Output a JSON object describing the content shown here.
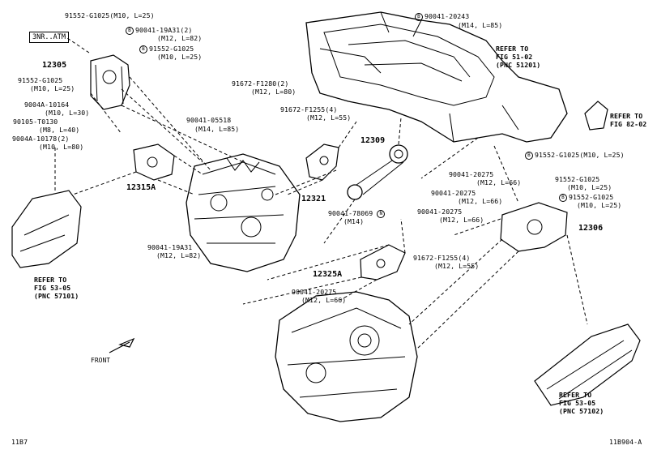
{
  "variant_tag": "3NR..ATM",
  "symbols": {
    "bolt": "B",
    "nut": "N"
  },
  "labels": [
    {
      "id": "l1",
      "sym": "",
      "text": "91552-G1025(M10, L=25)"
    },
    {
      "id": "l2",
      "sym": "B",
      "text": "90041-19A31(2)"
    },
    {
      "id": "l2b",
      "sym": "",
      "text": "(M12, L=82)"
    },
    {
      "id": "l3",
      "sym": "B",
      "text": "91552-G1025"
    },
    {
      "id": "l3b",
      "sym": "",
      "text": "(M10, L=25)"
    },
    {
      "id": "l4",
      "sym": "",
      "text": "91552-G1025"
    },
    {
      "id": "l4b",
      "sym": "",
      "text": "(M10, L=25)"
    },
    {
      "id": "l5",
      "sym": "",
      "text": "9004A-10164"
    },
    {
      "id": "l5b",
      "sym": "",
      "text": "(M10, L=30)"
    },
    {
      "id": "l6",
      "sym": "",
      "text": "90105-T0130"
    },
    {
      "id": "l6b",
      "sym": "",
      "text": "(M8, L=40)"
    },
    {
      "id": "l7",
      "sym": "",
      "text": "9004A-10178(2)"
    },
    {
      "id": "l7b",
      "sym": "",
      "text": "(M10, L=80)"
    },
    {
      "id": "l8",
      "sym": "B",
      "text": "90041-20243"
    },
    {
      "id": "l8b",
      "sym": "",
      "text": "(M14, L=85)"
    },
    {
      "id": "l9",
      "sym": "",
      "text": "91672-F1280(2)"
    },
    {
      "id": "l9b",
      "sym": "",
      "text": "(M12, L=80)"
    },
    {
      "id": "l10",
      "sym": "",
      "text": "91672-F1255(4)"
    },
    {
      "id": "l10b",
      "sym": "",
      "text": "(M12, L=55)"
    },
    {
      "id": "l11",
      "sym": "",
      "text": "90041-05518"
    },
    {
      "id": "l11b",
      "sym": "",
      "text": "(M14, L=85)"
    },
    {
      "id": "l12",
      "sym": "",
      "text": "90041-19A31"
    },
    {
      "id": "l12b",
      "sym": "",
      "text": "(M12, L=82)"
    },
    {
      "id": "l13",
      "sym": "",
      "text": "90041-78069"
    },
    {
      "id": "l13b",
      "sym": "",
      "text": "(M14)"
    },
    {
      "id": "l14",
      "sym": "",
      "text": "91672-F1255(4)"
    },
    {
      "id": "l14b",
      "sym": "",
      "text": "(M12, L=55)"
    },
    {
      "id": "l15",
      "sym": "",
      "text": "90041-20275"
    },
    {
      "id": "l15b",
      "sym": "",
      "text": "(M12, L=66)"
    },
    {
      "id": "l16",
      "sym": "",
      "text": "91552-G1025(M10, L=25)"
    },
    {
      "id": "l17",
      "sym": "",
      "text": "90041-20275"
    },
    {
      "id": "l17b",
      "sym": "",
      "text": "(M12, L=66)"
    },
    {
      "id": "l18",
      "sym": "",
      "text": "90041-20275"
    },
    {
      "id": "l18b",
      "sym": "",
      "text": "(M12, L=66)"
    },
    {
      "id": "l19",
      "sym": "",
      "text": "90041-20275"
    },
    {
      "id": "l19b",
      "sym": "",
      "text": "(M12, L=66)"
    },
    {
      "id": "l20",
      "sym": "",
      "text": "91552-G1025"
    },
    {
      "id": "l20b",
      "sym": "",
      "text": "(M10, L=25)"
    },
    {
      "id": "l21",
      "sym": "",
      "text": "91552-G1025"
    },
    {
      "id": "l21b",
      "sym": "",
      "text": "(M10, L=25)"
    }
  ],
  "parts": {
    "p12305": "12305",
    "p12315A": "12315A",
    "p12321": "12321",
    "p12309": "12309",
    "p12325A": "12325A",
    "p12306": "12306"
  },
  "refs": {
    "r1a": "REFER TO",
    "r1b": "FIG 51-02",
    "r1c": "(PNC 51201)",
    "r2a": "REFER TO",
    "r2b": "FIG 82-02",
    "r3a": "REFER TO",
    "r3b": "FIG 53-05",
    "r3c": "(PNC 57101)",
    "r4a": "REFER TO",
    "r4b": "FIG 53-05",
    "r4c": "(PNC 57102)"
  },
  "front_label": "FRONT",
  "footer": {
    "left": "11B7",
    "right": "11B904-A"
  }
}
